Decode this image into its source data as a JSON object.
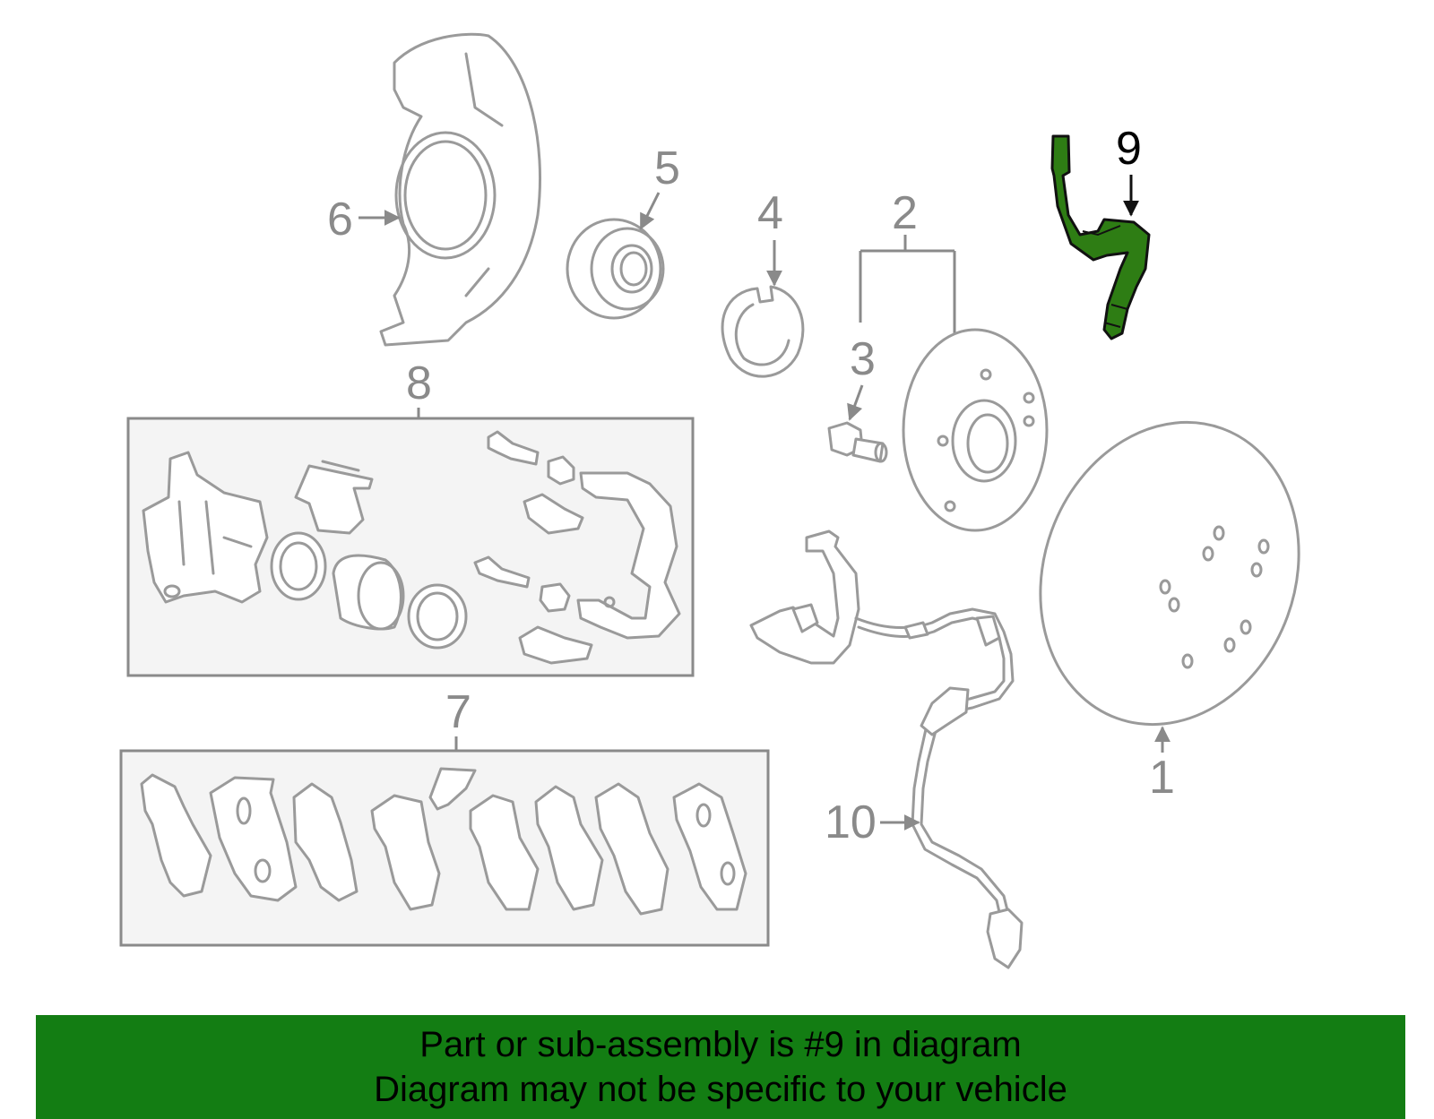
{
  "labels": {
    "p1": "1",
    "p2": "2",
    "p3": "3",
    "p4": "4",
    "p5": "5",
    "p6": "6",
    "p7": "7",
    "p8": "8",
    "p9": "9",
    "p10": "10"
  },
  "highlight_part": "9",
  "colors": {
    "highlight": "#2e7d14",
    "banner": "#137d13",
    "linework": "#9a9a9a"
  },
  "banner": {
    "line1": "Part or sub-assembly is #9 in diagram",
    "line2": "Diagram may not be specific to your vehicle"
  }
}
